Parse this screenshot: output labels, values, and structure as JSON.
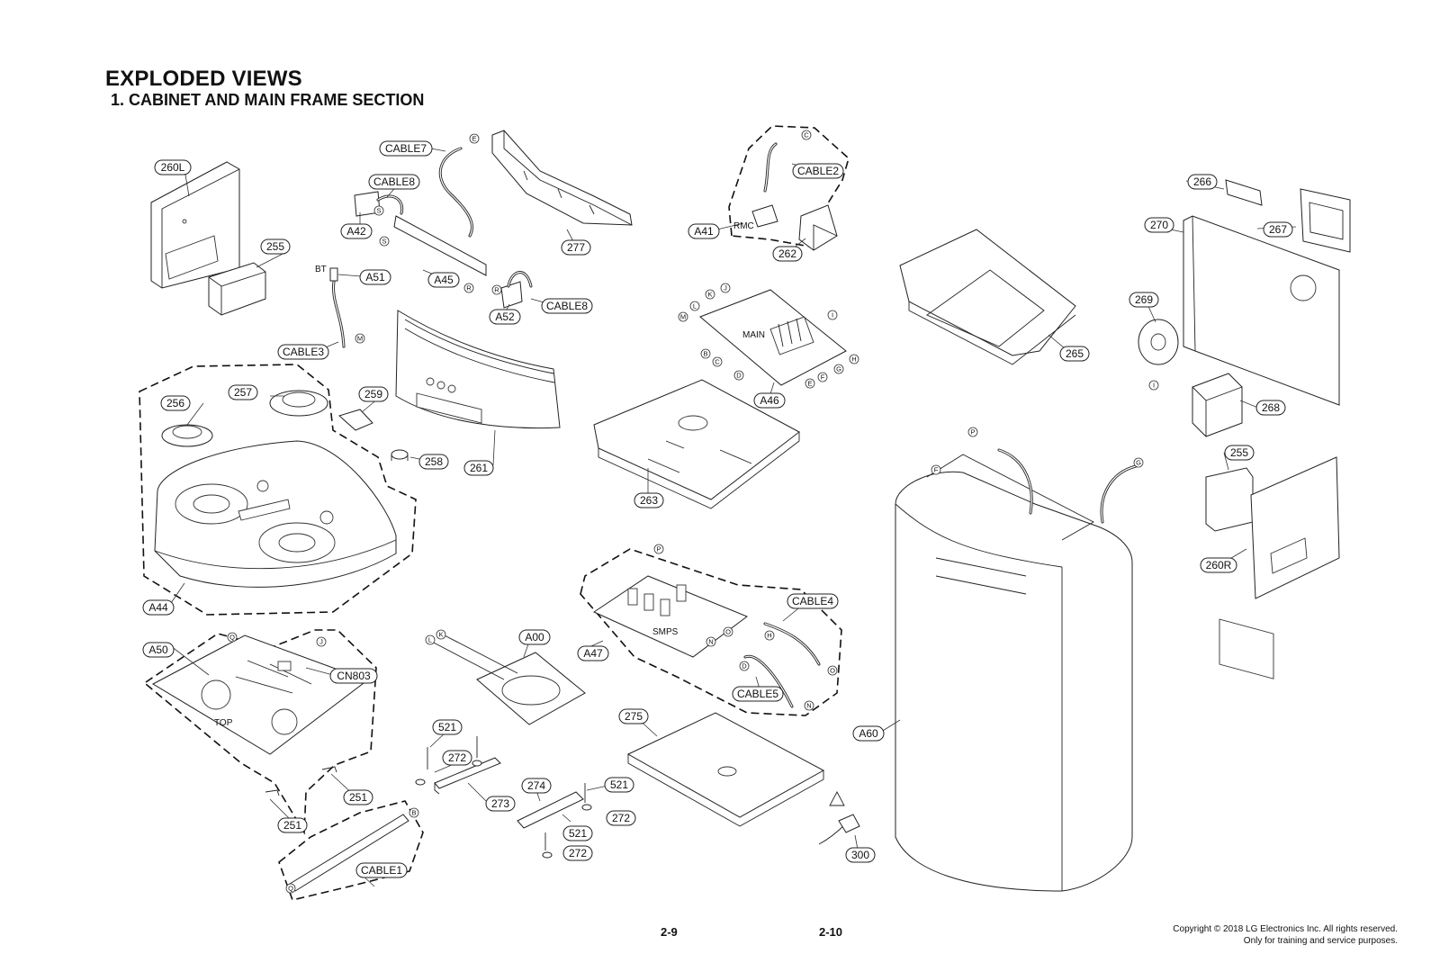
{
  "header": {
    "title": "EXPLODED VIEWS",
    "subtitle": "1. CABINET AND MAIN FRAME SECTION"
  },
  "footer": {
    "page_left": "2-9",
    "page_right": "2-10",
    "copyright_line1": "Copyright © 2018 LG Electronics Inc. All rights reserved.",
    "copyright_line2": "Only for training and service purposes."
  },
  "board_labels": {
    "bt": "BT",
    "rmc": "RMC",
    "main": "MAIN",
    "smps": "SMPS",
    "top": "TOP"
  },
  "part_callouts": [
    {
      "id": "c260L",
      "text": "260L"
    },
    {
      "id": "c255a",
      "text": "255"
    },
    {
      "id": "c257",
      "text": "257"
    },
    {
      "id": "c256",
      "text": "256"
    },
    {
      "id": "c259",
      "text": "259"
    },
    {
      "id": "c258",
      "text": "258"
    },
    {
      "id": "cA44",
      "text": "A44"
    },
    {
      "id": "cA50",
      "text": "A50"
    },
    {
      "id": "cCN803",
      "text": "CN803"
    },
    {
      "id": "c251a",
      "text": "251"
    },
    {
      "id": "c251b",
      "text": "251"
    },
    {
      "id": "cCABLE1",
      "text": "CABLE1"
    },
    {
      "id": "cCABLE7",
      "text": "CABLE7"
    },
    {
      "id": "cCABLE8a",
      "text": "CABLE8"
    },
    {
      "id": "cA42",
      "text": "A42"
    },
    {
      "id": "cA51",
      "text": "A51"
    },
    {
      "id": "cA45",
      "text": "A45"
    },
    {
      "id": "cCABLE8b",
      "text": "CABLE8"
    },
    {
      "id": "cA52",
      "text": "A52"
    },
    {
      "id": "cCABLE3",
      "text": "CABLE3"
    },
    {
      "id": "c277",
      "text": "277"
    },
    {
      "id": "c261",
      "text": "261"
    },
    {
      "id": "cCABLE2",
      "text": "CABLE2"
    },
    {
      "id": "cA41",
      "text": "A41"
    },
    {
      "id": "c262",
      "text": "262"
    },
    {
      "id": "cA46",
      "text": "A46"
    },
    {
      "id": "c263",
      "text": "263"
    },
    {
      "id": "cA00",
      "text": "A00"
    },
    {
      "id": "cA47",
      "text": "A47"
    },
    {
      "id": "cCABLE4",
      "text": "CABLE4"
    },
    {
      "id": "cCABLE5",
      "text": "CABLE5"
    },
    {
      "id": "c521a",
      "text": "521"
    },
    {
      "id": "c272a",
      "text": "272"
    },
    {
      "id": "c273",
      "text": "273"
    },
    {
      "id": "c274",
      "text": "274"
    },
    {
      "id": "c521b",
      "text": "521"
    },
    {
      "id": "c272b",
      "text": "272"
    },
    {
      "id": "c521c",
      "text": "521"
    },
    {
      "id": "c272c",
      "text": "272"
    },
    {
      "id": "c275",
      "text": "275"
    },
    {
      "id": "c300",
      "text": "300"
    },
    {
      "id": "c265",
      "text": "265"
    },
    {
      "id": "c266",
      "text": "266"
    },
    {
      "id": "c270",
      "text": "270"
    },
    {
      "id": "c267",
      "text": "267"
    },
    {
      "id": "c269",
      "text": "269"
    },
    {
      "id": "c268",
      "text": "268"
    },
    {
      "id": "c255b",
      "text": "255"
    },
    {
      "id": "c260R",
      "text": "260R"
    },
    {
      "id": "cA60",
      "text": "A60"
    }
  ],
  "connector_letters": [
    {
      "id": "kE1",
      "text": "E"
    },
    {
      "id": "kS1",
      "text": "S"
    },
    {
      "id": "kS2",
      "text": "S"
    },
    {
      "id": "kR1",
      "text": "R"
    },
    {
      "id": "kR2",
      "text": "R"
    },
    {
      "id": "kM1",
      "text": "M"
    },
    {
      "id": "kC1",
      "text": "C"
    },
    {
      "id": "kK1",
      "text": "K"
    },
    {
      "id": "kJ1",
      "text": "J"
    },
    {
      "id": "kL1",
      "text": "L"
    },
    {
      "id": "kM2",
      "text": "M"
    },
    {
      "id": "kI1",
      "text": "I"
    },
    {
      "id": "kB1",
      "text": "B"
    },
    {
      "id": "kC2",
      "text": "C"
    },
    {
      "id": "kD1",
      "text": "D"
    },
    {
      "id": "kH1",
      "text": "H"
    },
    {
      "id": "kG1",
      "text": "G"
    },
    {
      "id": "kF1",
      "text": "F"
    },
    {
      "id": "kE2",
      "text": "E"
    },
    {
      "id": "kI2",
      "text": "I"
    },
    {
      "id": "kP1",
      "text": "P"
    },
    {
      "id": "kF2",
      "text": "F"
    },
    {
      "id": "kG2",
      "text": "G"
    },
    {
      "id": "kQ1",
      "text": "Q"
    },
    {
      "id": "kJ2",
      "text": "J"
    },
    {
      "id": "kP2",
      "text": "P"
    },
    {
      "id": "kH2",
      "text": "H"
    },
    {
      "id": "kN1",
      "text": "N"
    },
    {
      "id": "kO1",
      "text": "O"
    },
    {
      "id": "kD2",
      "text": "D"
    },
    {
      "id": "kO2",
      "text": "O"
    },
    {
      "id": "kN2",
      "text": "N"
    },
    {
      "id": "kL2",
      "text": "L"
    },
    {
      "id": "kK2",
      "text": "K"
    },
    {
      "id": "kB2",
      "text": "B"
    },
    {
      "id": "kQ2",
      "text": "Q"
    }
  ]
}
